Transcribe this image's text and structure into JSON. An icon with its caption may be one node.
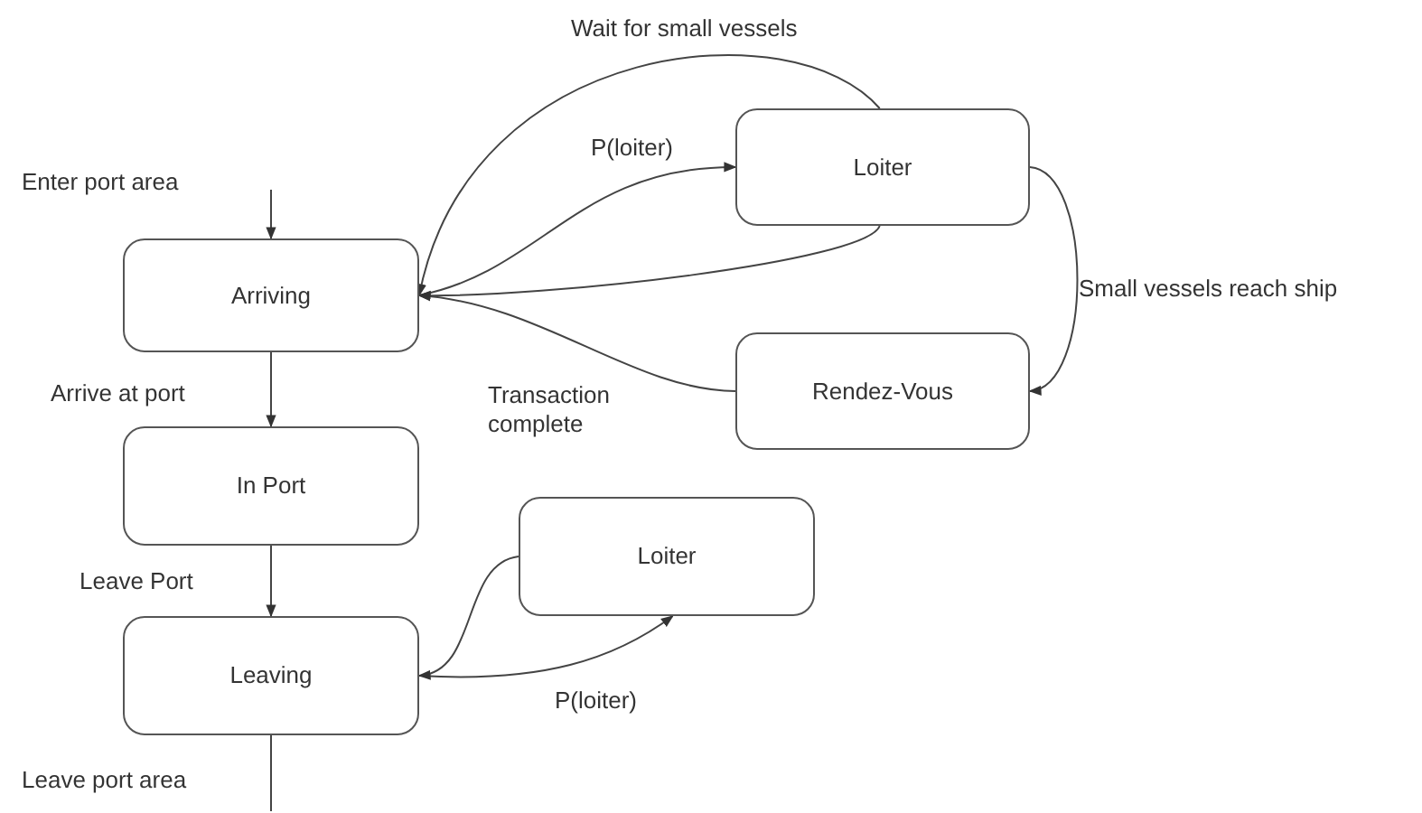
{
  "diagram": {
    "nodes": [
      {
        "text": [
          "Arriving"
        ]
      },
      {
        "text": [
          "Loiter"
        ]
      },
      {
        "text": [
          "Rendez-Vous"
        ]
      },
      {
        "text": [
          "In Port"
        ]
      },
      {
        "text": [
          "Loiter"
        ]
      },
      {
        "text": [
          "Leaving"
        ]
      }
    ],
    "edges": [
      {
        "from": null,
        "to": 0,
        "arrow": "to",
        "label": "Enter port area"
      },
      {
        "from": 0,
        "to": 1,
        "arrow": "to",
        "label": "P(loiter)"
      },
      {
        "from": 1,
        "to": 0,
        "arrow": "to",
        "label": "Wait for small vessels"
      },
      {
        "from": 1,
        "to": 0,
        "arrow": "to"
      },
      {
        "from": 1,
        "to": 2,
        "arrow": "to",
        "label": "Small vessels reach ship"
      },
      {
        "from": 2,
        "to": 0,
        "arrow": "to",
        "label": "Transaction complete"
      },
      {
        "from": 0,
        "to": 3,
        "arrow": "to",
        "label": "Arrive at port"
      },
      {
        "from": 3,
        "to": 5,
        "arrow": "to",
        "label": "Leave Port"
      },
      {
        "from": 5,
        "to": null,
        "arrow": "none",
        "label": "Leave port area"
      },
      {
        "from": 5,
        "to": 4,
        "arrow": "to",
        "label": "P(loiter)"
      },
      {
        "from": 4,
        "to": 5,
        "arrow": "to"
      }
    ]
  }
}
